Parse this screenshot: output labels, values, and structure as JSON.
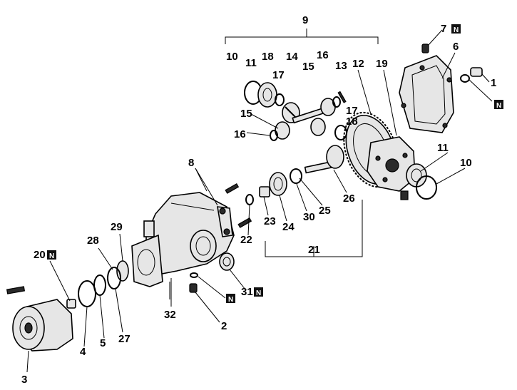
{
  "diagram": {
    "parts": [
      "1",
      "2",
      "3",
      "4",
      "5",
      "6",
      "7",
      "8",
      "9",
      "10",
      "11",
      "12",
      "13",
      "14",
      "15",
      "16",
      "17",
      "18",
      "19",
      "20",
      "21",
      "22",
      "23",
      "24",
      "25",
      "26",
      "27",
      "28",
      "29",
      "30",
      "31",
      "32"
    ],
    "marker": "N"
  }
}
